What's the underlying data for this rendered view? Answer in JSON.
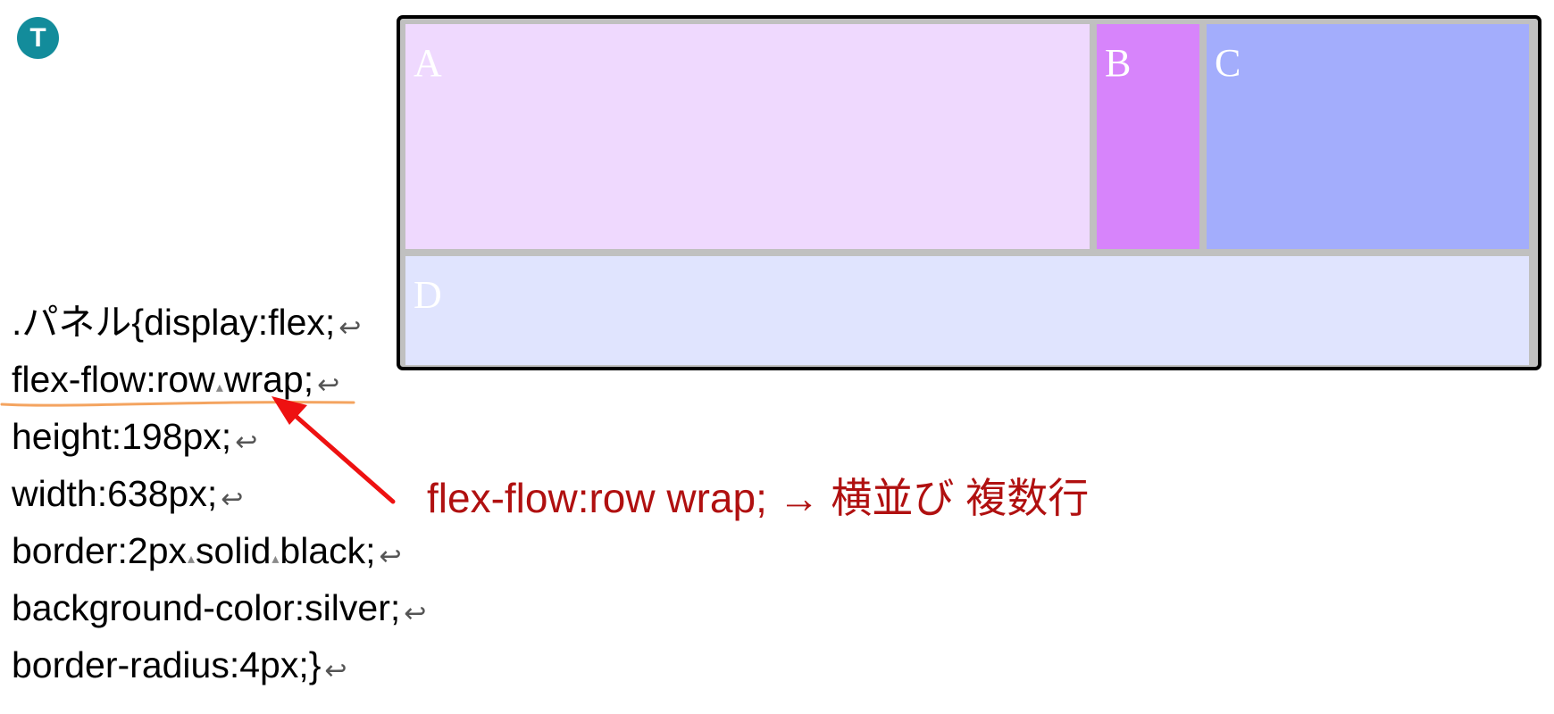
{
  "avatar": {
    "letter": "T",
    "color": "#138c9b"
  },
  "panel": {
    "boxes": [
      {
        "label": "A",
        "color": "#efd9fe"
      },
      {
        "label": "B",
        "color": "#d784fb"
      },
      {
        "label": "C",
        "color": "#a3adfc"
      },
      {
        "label": "D",
        "color": "#e0e4fe"
      }
    ],
    "background": "silver",
    "border_color": "black"
  },
  "code": {
    "lines": [
      {
        "parts": [
          ".パネル{display:flex;"
        ]
      },
      {
        "parts": [
          "flex-flow:row",
          "wrap;"
        ]
      },
      {
        "parts": [
          "height:198px;"
        ]
      },
      {
        "parts": [
          "width:638px;"
        ]
      },
      {
        "parts": [
          "border:2px",
          "solid",
          "black;"
        ]
      },
      {
        "parts": [
          "background-color:silver;"
        ]
      },
      {
        "parts": [
          "border-radius:4px;}"
        ]
      }
    ],
    "space_marker": "▴",
    "newline_marker": "↩"
  },
  "annotation": {
    "text": "flex-flow:row wrap; → 横並び 複数行",
    "color": "#b01010",
    "arrow_color": "#ee1111",
    "highlight_color": "#f4a460"
  }
}
